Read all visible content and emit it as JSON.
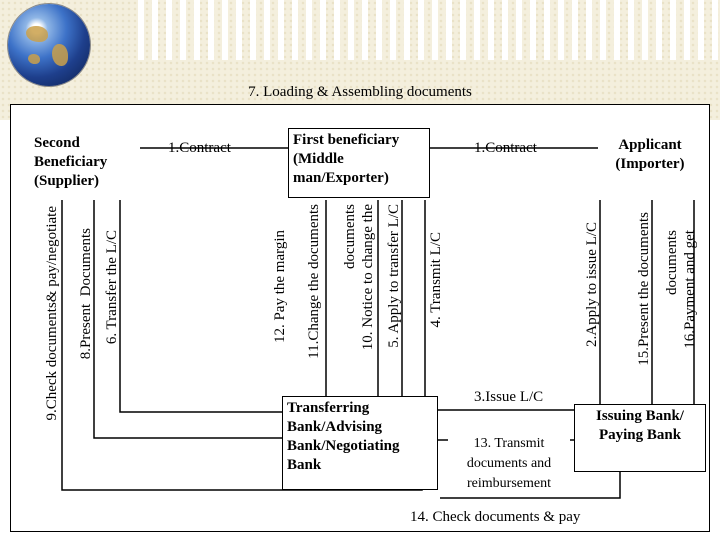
{
  "title": "7. Loading & Assembling documents",
  "nodes": {
    "second_beneficiary": "Second Beneficiary (Supplier)",
    "first_beneficiary": "First beneficiary (Middle man/Exporter)",
    "applicant": "Applicant (Importer)",
    "transferring_bank": "Transferring Bank/Advising Bank/Negotiating Bank",
    "issuing_bank": "Issuing Bank/ Paying Bank"
  },
  "contracts": {
    "left": "1.Contract",
    "right": "1.Contract"
  },
  "steps": {
    "s2": "2.Apply to issue L/C",
    "s3": "3.Issue L/C",
    "s4": "4. Transmit L/C",
    "s5": "5. Apply to transfer L/C",
    "s6": "6. Transfer the L/C",
    "s8": "8.Present  Documents",
    "s9": "9.Check documents& pay/negotiate",
    "s10a": "10. Notice to change the",
    "s10b": "documents",
    "s11": "11.Change the documents",
    "s12": "12. Pay the margin",
    "s13": "13. Transmit documents and reimbursement",
    "s14": "14. Check documents & pay",
    "s15": "15.Present the documents",
    "s16a": "16.Payment and get",
    "s16b": "documents"
  }
}
